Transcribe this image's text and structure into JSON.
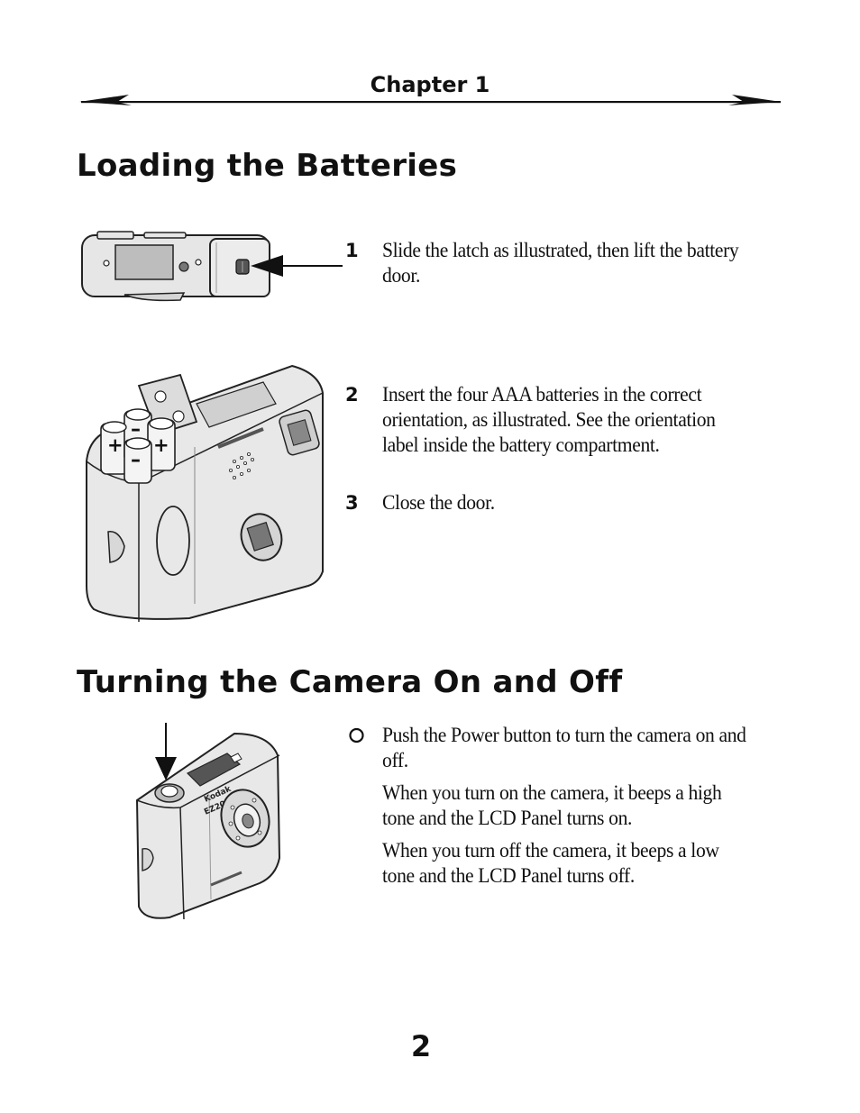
{
  "header": {
    "chapter": "Chapter 1"
  },
  "section1": {
    "title": "Loading the Batteries",
    "steps": [
      {
        "number": "1",
        "text": "Slide the latch as illustrated, then lift the battery door."
      },
      {
        "number": "2",
        "text": "Insert the four AAA batteries in the correct orientation, as illustrated. See the orientation label inside the battery compartment."
      },
      {
        "number": "3",
        "text": "Close the door."
      }
    ],
    "battery_signs": {
      "plus": "+",
      "minus": "–"
    }
  },
  "section2": {
    "title": "Turning the Camera On and Off",
    "bullet_icon": "circle-bullet-icon",
    "bullet": "Push the Power button to turn the camera on and off.",
    "paragraphs": [
      "When you turn on the camera, it beeps a high tone and the LCD Panel turns on.",
      "When you turn off the camera, it beeps a low tone and the LCD Panel turns off."
    ],
    "camera_brand": "Kodak",
    "camera_model": "EZ200"
  },
  "footer": {
    "page_number": "2"
  }
}
